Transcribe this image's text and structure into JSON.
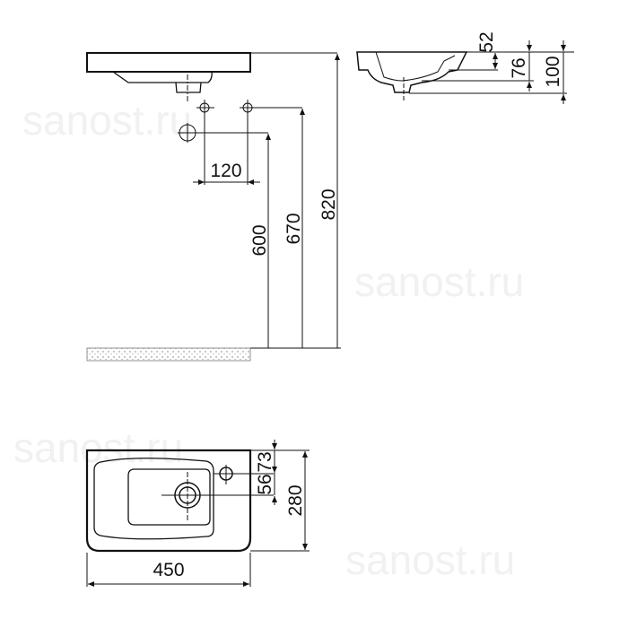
{
  "watermark": "sanost.ru",
  "side_view": {
    "dims": {
      "tap_spacing": "120",
      "drain_height": "600",
      "tap_height": "670",
      "total_height": "820"
    }
  },
  "section_view": {
    "dims": {
      "d1": "52",
      "d2": "76",
      "d3": "100"
    }
  },
  "top_view": {
    "dims": {
      "tap_offset": "73",
      "drain_offset": "56",
      "depth": "280",
      "width": "450"
    }
  }
}
